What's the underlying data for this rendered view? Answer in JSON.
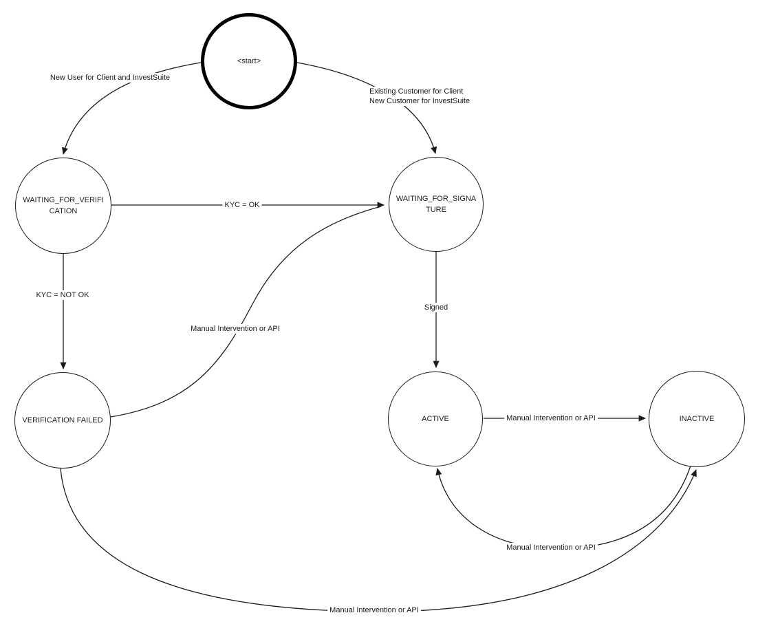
{
  "diagram": {
    "type": "state-machine",
    "colors": {
      "background": "#ffffff",
      "line": "#1b1b1b",
      "text": "#1a1a1a",
      "start_border": "#000000"
    },
    "nodes": {
      "start": {
        "lines": [
          "<start>"
        ]
      },
      "waiting_for_verification": {
        "lines": [
          "WAITING_FOR_VERIFI",
          "CATION"
        ]
      },
      "waiting_for_signature": {
        "lines": [
          "WAITING_FOR_SIGNA",
          "TURE"
        ]
      },
      "verification_failed": {
        "lines": [
          "VERIFICATION FAILED"
        ]
      },
      "active": {
        "lines": [
          "ACTIVE"
        ]
      },
      "inactive": {
        "lines": [
          "INACTIVE"
        ]
      }
    },
    "edges": {
      "start_to_verification": {
        "label": "New User for Client and InvestSuite"
      },
      "start_to_signature": {
        "lines": [
          "Existing Customer for Client",
          "New Customer for InvestSuite"
        ]
      },
      "verification_to_signature": {
        "label": "KYC = OK"
      },
      "verification_to_failed": {
        "label": "KYC = NOT OK"
      },
      "failed_to_signature": {
        "label": "Manual Intervention or API"
      },
      "signature_to_active": {
        "label": "Signed"
      },
      "active_to_inactive": {
        "label": "Manual Intervention or API"
      },
      "inactive_to_active": {
        "label": "Manual Intervention or API"
      },
      "failed_to_inactive": {
        "label": "Manual Intervention or API"
      }
    }
  }
}
